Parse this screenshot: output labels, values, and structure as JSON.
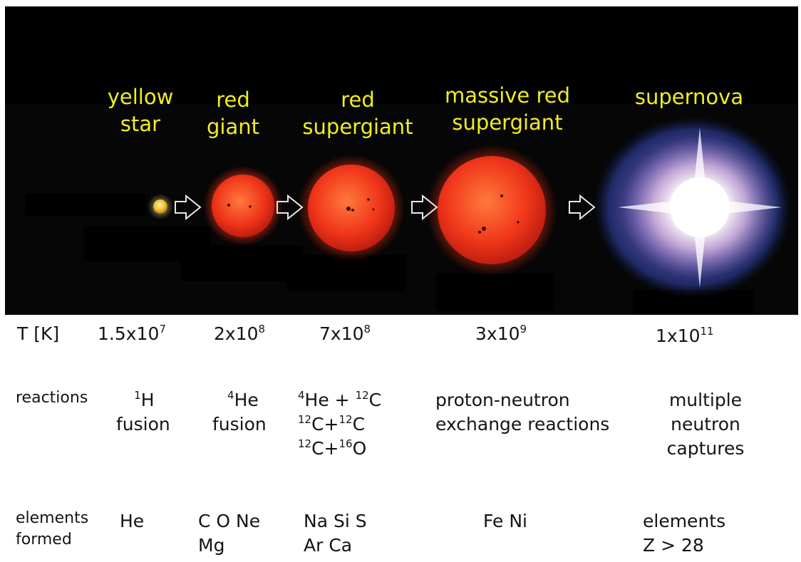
{
  "stages": [
    {
      "title": "yellow\nstar"
    },
    {
      "title": "red\ngiant"
    },
    {
      "title": "red\nsupergiant"
    },
    {
      "title": "massive red\nsupergiant"
    },
    {
      "title": "supernova"
    }
  ],
  "temperature": {
    "label": "T [K]",
    "values": [
      {
        "mantissa": "1.5x10",
        "exp": "7"
      },
      {
        "mantissa": "2x10",
        "exp": "8"
      },
      {
        "mantissa": "7x10",
        "exp": "8"
      },
      {
        "mantissa": "3x10",
        "exp": "9"
      },
      {
        "mantissa": "1x10",
        "exp": "11"
      }
    ]
  },
  "reactions": {
    "label": "reactions",
    "col1": {
      "iso": "1",
      "sym": "H",
      "line2": "fusion"
    },
    "col2": {
      "iso": "4",
      "sym": "He",
      "line2": "fusion"
    },
    "col3": {
      "l1": {
        "a_iso": "4",
        "a_sym": "He + ",
        "b_iso": "12",
        "b_sym": "C"
      },
      "l2": {
        "a_iso": "12",
        "a_sym": "C+",
        "b_iso": "12",
        "b_sym": "C"
      },
      "l3": {
        "a_iso": "12",
        "a_sym": "C+",
        "b_iso": "16",
        "b_sym": "O"
      }
    },
    "col4": [
      "proton-neutron",
      "exchange reactions"
    ],
    "col5": [
      "multiple",
      "neutron",
      "captures"
    ]
  },
  "elements": {
    "label": [
      "elements",
      "formed"
    ],
    "col1": [
      "He"
    ],
    "col2": [
      "C O Ne",
      "Mg"
    ],
    "col3": [
      "Na Si S",
      "Ar Ca"
    ],
    "col4": [
      "Fe Ni"
    ],
    "col5": [
      "elements",
      "Z > 28"
    ]
  },
  "colors": {
    "title": "#f2ee1c",
    "background": "#060606",
    "text": "#141414"
  }
}
